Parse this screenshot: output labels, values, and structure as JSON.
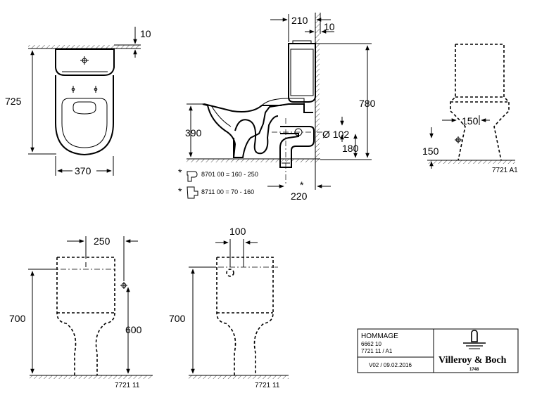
{
  "views": {
    "plan": {
      "dim_top": "10",
      "dim_height": "725",
      "dim_width": "370"
    },
    "section": {
      "dim_depth": "210",
      "dim_wall": "10",
      "dim_total_height": "780",
      "dim_seat_height": "390",
      "dim_pipe": "Ø 102",
      "dim_outlet_height": "180",
      "dim_outlet_dist": "220",
      "asterisk": "*"
    },
    "connectors": [
      {
        "mark": "*",
        "text": "8701 00 = 160 - 250"
      },
      {
        "mark": "*",
        "text": "8711 00 = 70 - 160"
      }
    ],
    "side_a1": {
      "dim_inlet": "150",
      "dim_inlet_height": "150",
      "code": "7721 A1"
    },
    "front_1": {
      "dim_offset": "250",
      "dim_height": "700",
      "dim_inlet": "600",
      "code": "7721 11"
    },
    "front_2": {
      "dim_offset": "100",
      "dim_height": "700",
      "code": "7721 11"
    }
  },
  "title_block": {
    "series": "HOMMAGE",
    "article_1": "6662 10",
    "article_2": "7721 11 / A1",
    "version": "V02 / 09.02.2016",
    "brand": "Villeroy & Boch",
    "year": "1748"
  }
}
